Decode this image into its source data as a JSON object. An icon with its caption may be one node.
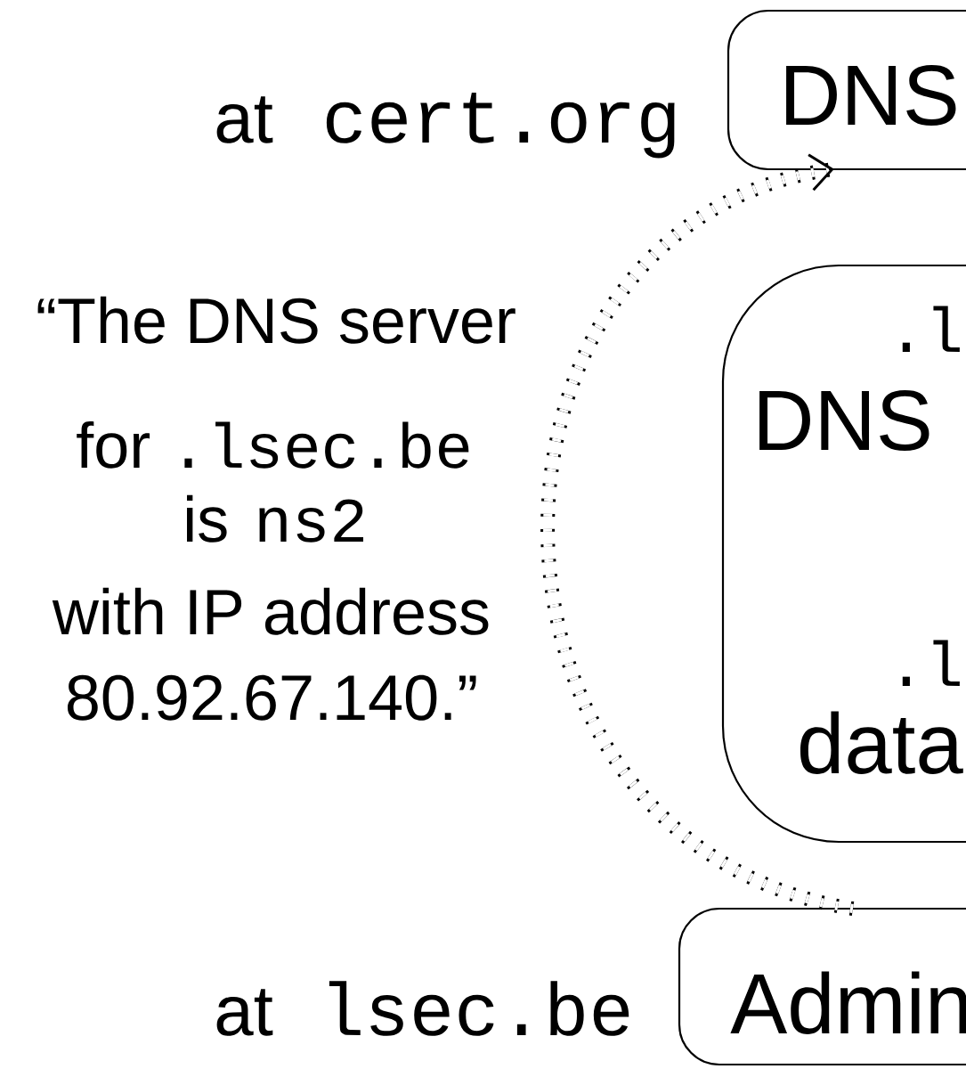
{
  "diagram": {
    "nodes": [
      {
        "text": [
          "DNS"
        ],
        "beside": [
          "at",
          "cert.org"
        ]
      },
      {
        "text": [
          ".l",
          "DNS",
          ".l",
          "data"
        ]
      },
      {
        "text": [
          "Admin"
        ],
        "beside": [
          "at",
          "lsec.be"
        ]
      }
    ],
    "edges": [
      {
        "from": 2,
        "to": 0,
        "arrow": "to",
        "style": "dashed"
      }
    ],
    "labels": [
      "“The DNS server",
      "for",
      ".lsec.be",
      "is",
      "ns2",
      "with IP address",
      "80.92.67.140.”"
    ]
  }
}
